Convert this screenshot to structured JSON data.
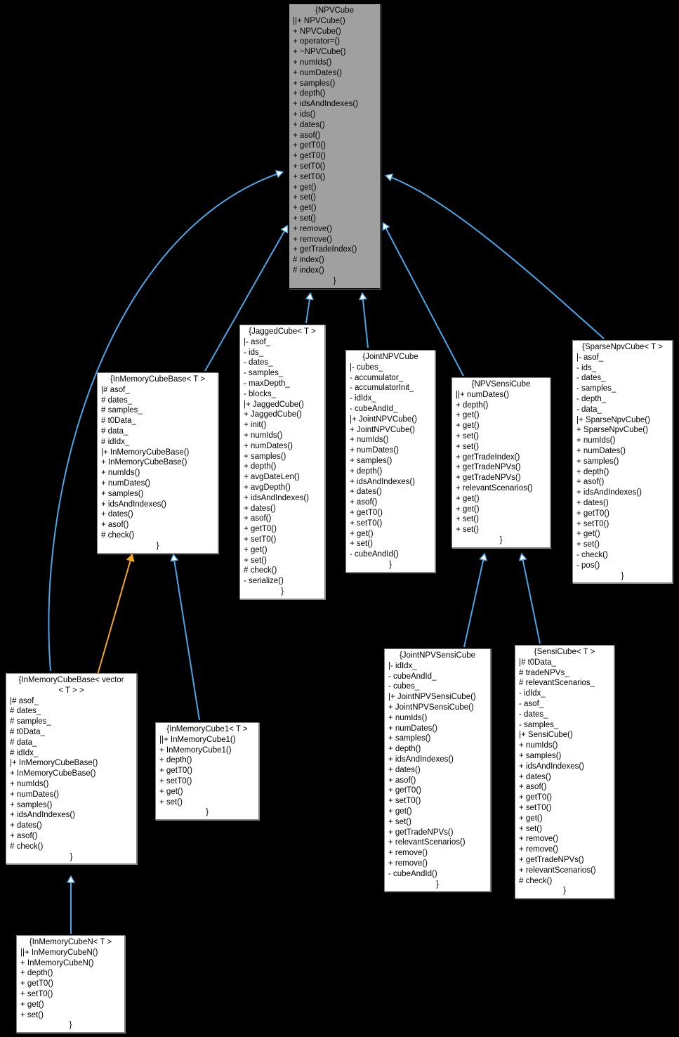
{
  "diagram": {
    "kind": "uml-class-inheritance-diagram",
    "background_color": "#000000",
    "node_fill": "#ffffff",
    "root_fill": "#a0a0a0",
    "inheritance_edge_color": "#4ba6e8",
    "instantiation_edge_color": "#f5a623",
    "close_brace": "}"
  },
  "nodes": {
    "npvcube": {
      "title": "{NPVCube",
      "members": [
        "||+ NPVCube()",
        "+ NPVCube()",
        "+ operator=()",
        "+ ~NPVCube()",
        "+ numIds()",
        "+ numDates()",
        "+ samples()",
        "+ depth()",
        "+ idsAndIndexes()",
        "+ ids()",
        "+ dates()",
        "+ asof()",
        "+ getT0()",
        "+ getT0()",
        "+ setT0()",
        "+ setT0()",
        "+ get()",
        "+ set()",
        "+ get()",
        "+ set()",
        "+ remove()",
        "+ remove()",
        "+ getTradeIndex()",
        "# index()",
        "# index()"
      ]
    },
    "inmemorycubebase_t": {
      "title": "{InMemoryCubeBase< T >",
      "members": [
        "|# asof_",
        "# dates_",
        "# samples_",
        "# t0Data_",
        "# data_",
        "# idIdx_",
        "|+ InMemoryCubeBase()",
        "+ InMemoryCubeBase()",
        "+ numIds()",
        "+ numDates()",
        "+ samples()",
        "+ idsAndIndexes()",
        "+ dates()",
        "+ asof()",
        "# check()"
      ]
    },
    "jaggedcube": {
      "title": "{JaggedCube< T >",
      "members": [
        "|- asof_",
        "- ids_",
        "- dates_",
        "- samples_",
        "- maxDepth_",
        "- blocks_",
        "|+ JaggedCube()",
        "+ JaggedCube()",
        "+ init()",
        "+ numIds()",
        "+ numDates()",
        "+ samples()",
        "+ depth()",
        "+ avgDateLen()",
        "+ avgDepth()",
        "+ idsAndIndexes()",
        "+ dates()",
        "+ asof()",
        "+ getT0()",
        "+ setT0()",
        "+ get()",
        "+ set()",
        "# check()",
        "- serialize()"
      ]
    },
    "jointnpvcube": {
      "title": "{JointNPVCube",
      "members": [
        "|- cubes_",
        "- accumulator_",
        "- accumulatorInit_",
        "- idIdx_",
        "- cubeAndId_",
        "|+ JointNPVCube()",
        "+ JointNPVCube()",
        "+ numIds()",
        "+ numDates()",
        "+ samples()",
        "+ depth()",
        "+ idsAndIndexes()",
        "+ dates()",
        "+ asof()",
        "+ getT0()",
        "+ setT0()",
        "+ get()",
        "+ set()",
        "- cubeAndId()"
      ]
    },
    "npvsensicube": {
      "title": "{NPVSensiCube",
      "members": [
        "||+ numDates()",
        "+ depth()",
        "+ get()",
        "+ get()",
        "+ set()",
        "+ set()",
        "+ getTradeIndex()",
        "+ getTradeNPVs()",
        "+ getTradeNPVs()",
        "+ relevantScenarios()",
        "+ get()",
        "+ get()",
        "+ set()",
        "+ set()"
      ]
    },
    "sparsenpvcube": {
      "title": "{SparseNpvCube< T >",
      "members": [
        "|- asof_",
        "- ids_",
        "- dates_",
        "- samples_",
        "- depth_",
        "- data_",
        "|+ SparseNpvCube()",
        "+ SparseNpvCube()",
        "+ numIds()",
        "+ numDates()",
        "+ samples()",
        "+ depth()",
        "+ asof()",
        "+ idsAndIndexes()",
        "+ dates()",
        "+ getT0()",
        "+ setT0()",
        "+ get()",
        "+ set()",
        "- check()",
        "- pos()"
      ]
    },
    "inmemorycubebase_vector": {
      "title": "{InMemoryCubeBase< vector\n< T > >",
      "members": [
        "|# asof_",
        "# dates_",
        "# samples_",
        "# t0Data_",
        "# data_",
        "# idIdx_",
        "|+ InMemoryCubeBase()",
        "+ InMemoryCubeBase()",
        "+ numIds()",
        "+ numDates()",
        "+ samples()",
        "+ idsAndIndexes()",
        "+ dates()",
        "+ asof()",
        "# check()"
      ]
    },
    "inmemorycube1": {
      "title": "{InMemoryCube1< T >",
      "members": [
        "||+ InMemoryCube1()",
        "+ InMemoryCube1()",
        "+ depth()",
        "+ getT0()",
        "+ setT0()",
        "+ get()",
        "+ set()"
      ]
    },
    "jointnpvsensicube": {
      "title": "{JointNPVSensiCube",
      "members": [
        "|- idIdx_",
        "- cubeAndId_",
        "- cubes_",
        "|+ JointNPVSensiCube()",
        "+ JointNPVSensiCube()",
        "+ numIds()",
        "+ numDates()",
        "+ samples()",
        "+ depth()",
        "+ idsAndIndexes()",
        "+ dates()",
        "+ asof()",
        "+ getT0()",
        "+ setT0()",
        "+ get()",
        "+ set()",
        "+ getTradeNPVs()",
        "+ relevantScenarios()",
        "+ remove()",
        "+ remove()",
        "- cubeAndId()"
      ]
    },
    "sensicube": {
      "title": "{SensiCube< T >",
      "members": [
        "|# t0Data_",
        "# tradeNPVs_",
        "# relevantScenarios_",
        "- idIdx_",
        "- asof_",
        "- dates_",
        "- samples_",
        "|+ SensiCube()",
        "+ numIds()",
        "+ samples()",
        "+ idsAndIndexes()",
        "+ dates()",
        "+ asof()",
        "+ getT0()",
        "+ setT0()",
        "+ get()",
        "+ set()",
        "+ remove()",
        "+ remove()",
        "+ getTradeNPVs()",
        "+ relevantScenarios()",
        "# check()"
      ]
    },
    "inmemorycuben": {
      "title": "{InMemoryCubeN< T >",
      "members": [
        "||+ InMemoryCubeN()",
        "+ InMemoryCubeN()",
        "+ depth()",
        "+ getT0()",
        "+ setT0()",
        "+ get()",
        "+ set()"
      ]
    }
  },
  "edges": [
    {
      "from": "inmemorycubebase_vector",
      "to": "npvcube",
      "type": "inheritance"
    },
    {
      "from": "inmemorycubebase_t",
      "to": "npvcube",
      "type": "inheritance"
    },
    {
      "from": "jaggedcube",
      "to": "npvcube",
      "type": "inheritance"
    },
    {
      "from": "jointnpvcube",
      "to": "npvcube",
      "type": "inheritance"
    },
    {
      "from": "npvsensicube",
      "to": "npvcube",
      "type": "inheritance"
    },
    {
      "from": "sparsenpvcube",
      "to": "npvcube",
      "type": "inheritance"
    },
    {
      "from": "inmemorycubebase_vector",
      "to": "inmemorycubebase_t",
      "type": "instantiation"
    },
    {
      "from": "inmemorycube1",
      "to": "inmemorycubebase_t",
      "type": "inheritance"
    },
    {
      "from": "inmemorycuben",
      "to": "inmemorycubebase_vector",
      "type": "inheritance"
    },
    {
      "from": "jointnpvsensicube",
      "to": "npvsensicube",
      "type": "inheritance"
    },
    {
      "from": "sensicube",
      "to": "npvsensicube",
      "type": "inheritance"
    }
  ]
}
